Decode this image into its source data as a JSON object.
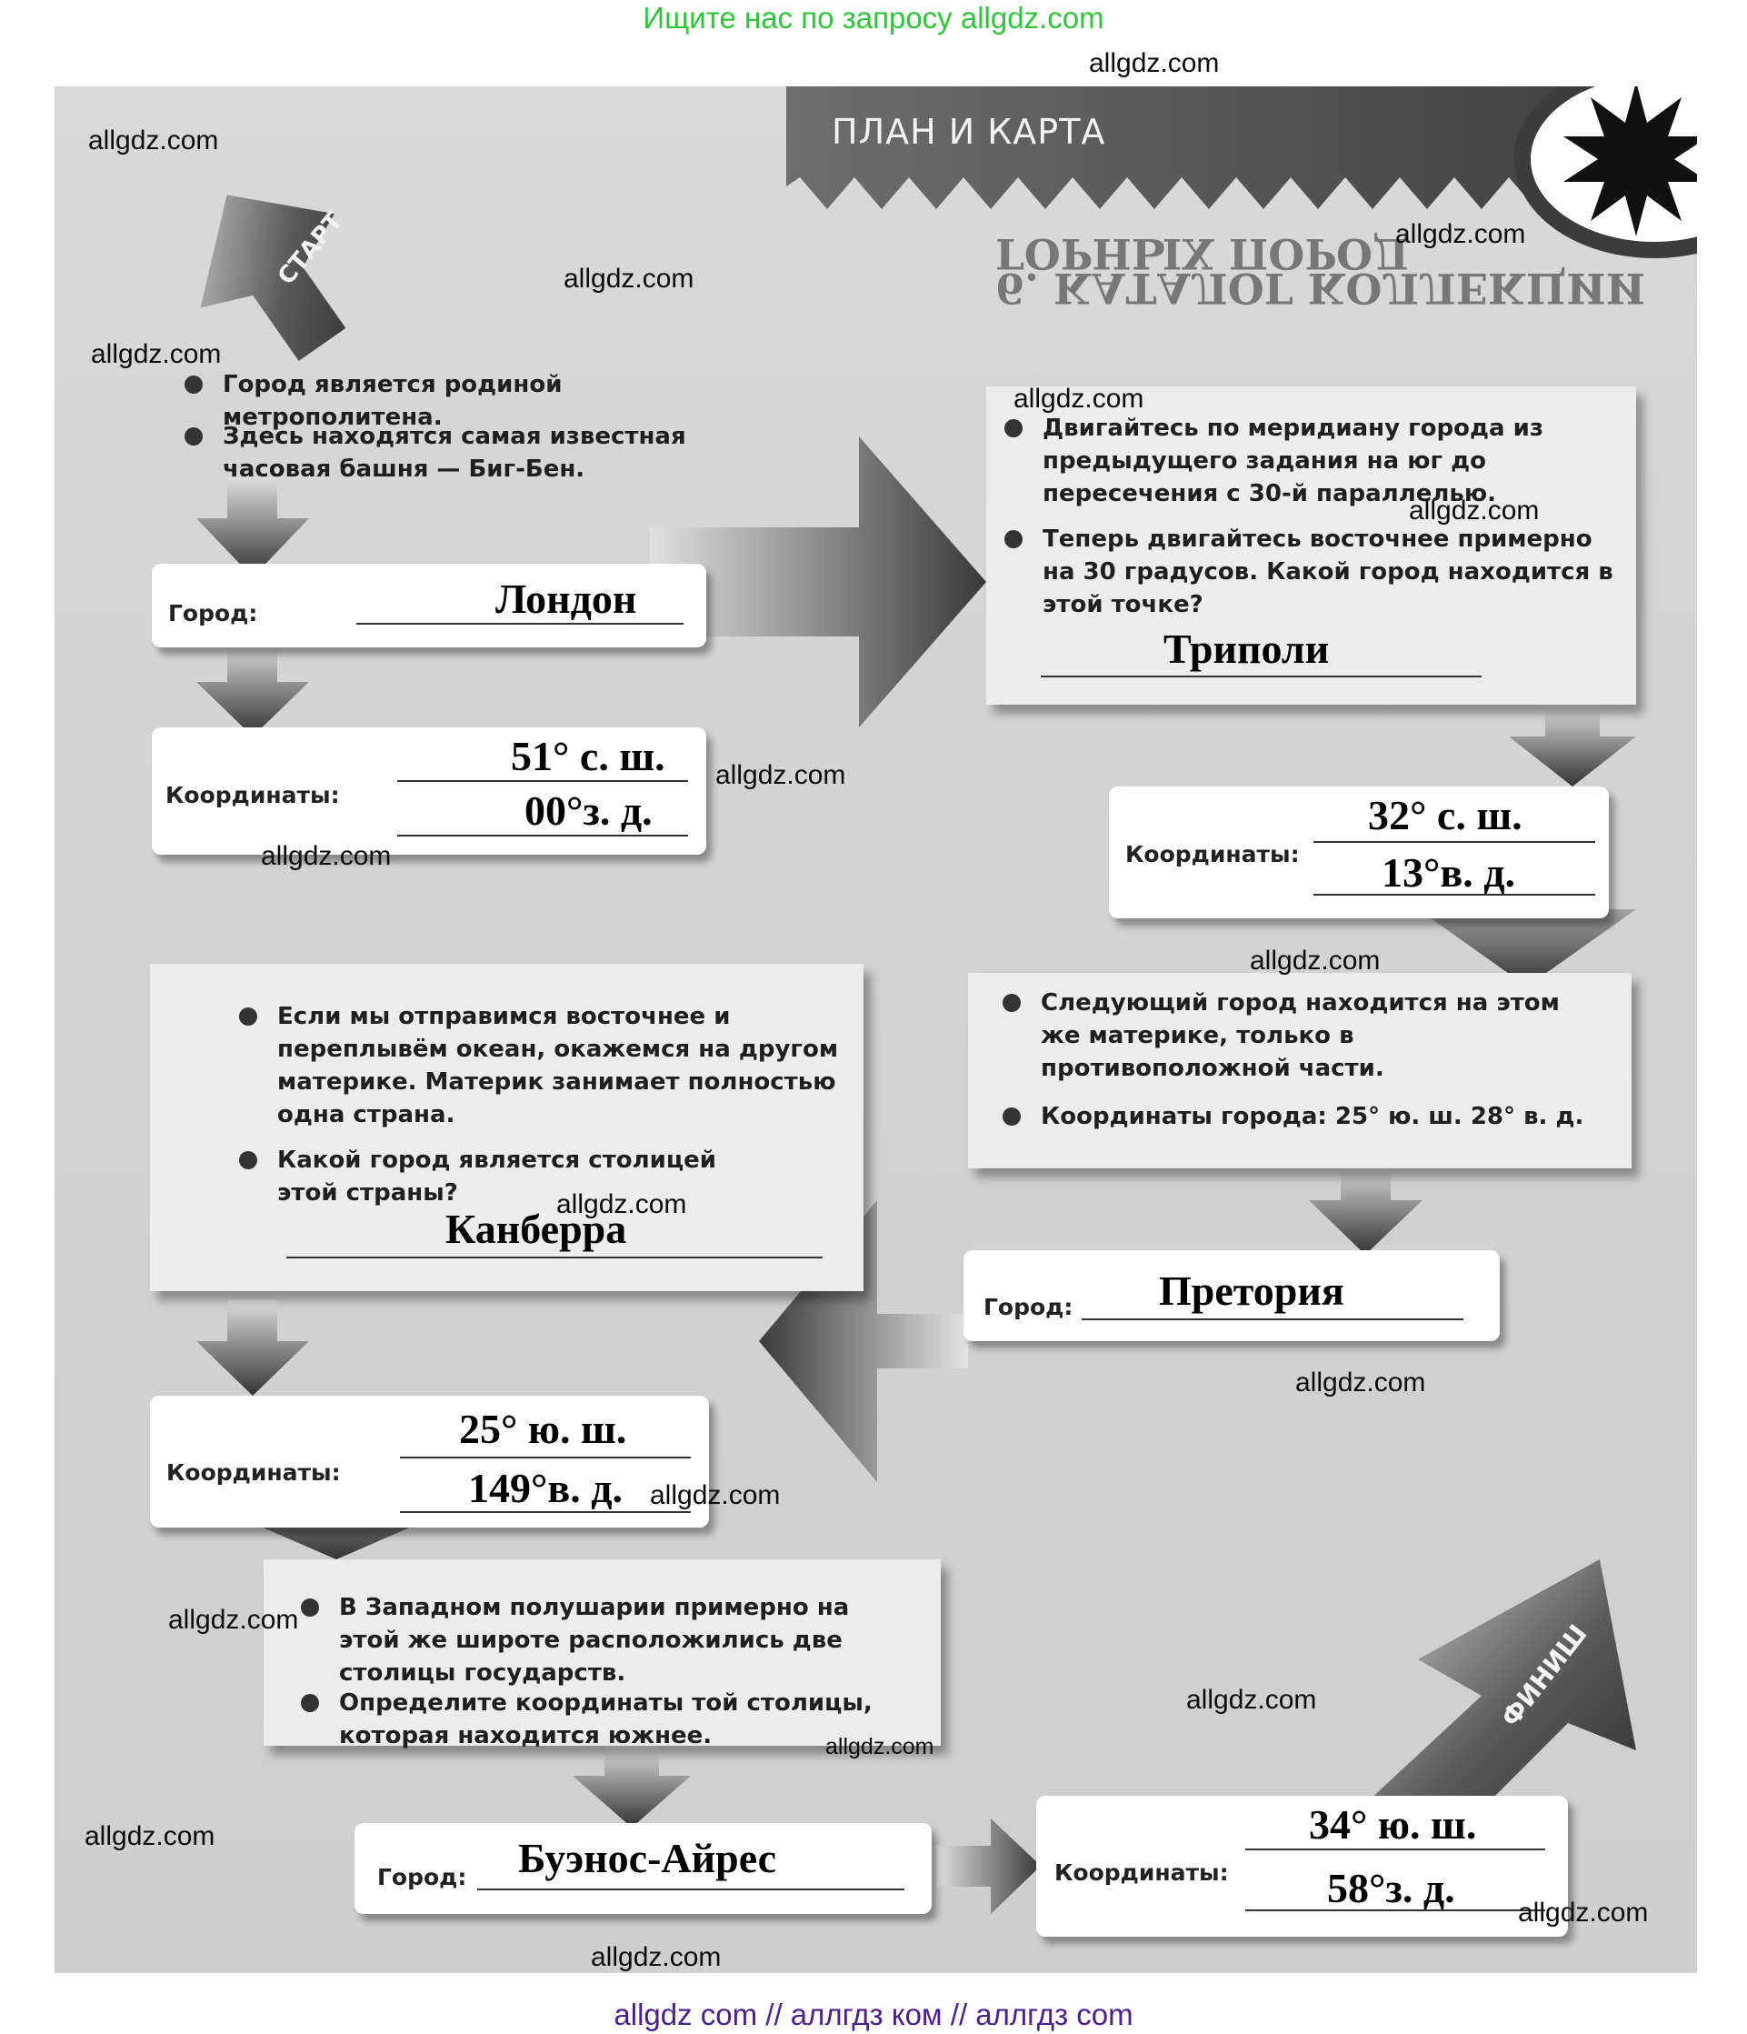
{
  "top_banner": "Ищите нас по запросу allgdz.com",
  "bottom_banner": "allgdz com  //  аллгдз ком  //  аллгдз com",
  "header": {
    "section_title": "ПЛАН И КАРТА",
    "ghost_title": "6. КАТАЛОГ КОЛЛЕКЦИИ ГОРНЫХ ПОРОД",
    "start_label": "СТАРТ",
    "finish_label": "ФИНИШ"
  },
  "step1": {
    "bullets": [
      "Город является родиной метрополитена.",
      "Здесь находятся самая известная часовая башня — Биг-Бен."
    ],
    "city_label": "Город:",
    "city_answer": "Лондон",
    "coords_label": "Координаты:",
    "lat_answer": "51° с. ш.",
    "lon_answer": "00°з. д."
  },
  "step2": {
    "bullets": [
      "Двигайтесь по меридиану города из предыдущего задания на юг до пересечения с 30-й параллелью.",
      "Теперь двигайтесь восточнее примерно на 30 градусов. Какой город находится в этой точке?"
    ],
    "city_answer": "Триполи",
    "coords_label": "Координаты:",
    "lat_answer": "32° с. ш.",
    "lon_answer": "13°в. д."
  },
  "step3": {
    "bullets": [
      "Следующий город находится на этом же материке, только в противоположной части.",
      "Координаты города: 25° ю. ш. 28° в. д."
    ],
    "city_label": "Город:",
    "city_answer": "Претория"
  },
  "step4": {
    "bullets": [
      "Если мы отправимся восточнее и переплывём океан, окажемся на другом материке. Материк занимает полностью одна страна.",
      "Какой город является столицей этой страны?"
    ],
    "city_answer": "Канберра",
    "coords_label": "Координаты:",
    "lat_answer": "25° ю. ш.",
    "lon_answer": "149°в. д."
  },
  "step5": {
    "bullets": [
      "В Западном полушарии примерно на этой же широте расположились две столицы государств.",
      "Определите координаты той столицы, которая находится южнее."
    ],
    "city_label": "Город:",
    "city_answer": "Буэнос-Айрес",
    "coords_label": "Координаты:",
    "lat_answer": "34° ю. ш.",
    "lon_answer": "58°з. д."
  },
  "watermark": "allgdz.com"
}
